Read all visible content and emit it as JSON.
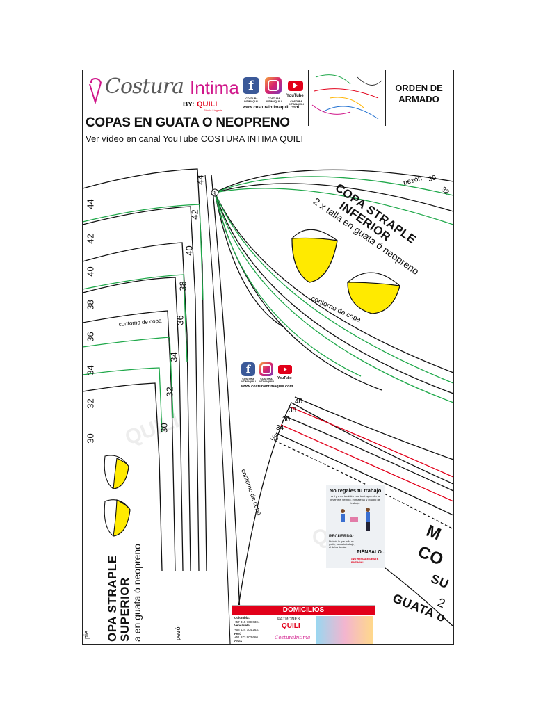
{
  "header": {
    "logo_script": "Costura",
    "logo_intima": "Intima",
    "by_label": "BY:",
    "brand": "QUILI",
    "tagline": "Studio Lingerie",
    "social_captions": [
      "COSTURA INTIMAQUILI",
      "COSTURA INTIMAQUILI",
      "COSTURA INTIMAQUILI"
    ],
    "youtube_label": "YouTube",
    "website": "www.costuraintimaquili.com",
    "order_label": "ORDEN DE ARMADO"
  },
  "title": "COPAS EN GUATA O NEOPRENO",
  "subtitle": "Ver vídeo en canal YouTube COSTURA INTIMA QUILI",
  "pattern": {
    "left_sizes_outer": [
      "44",
      "42",
      "40",
      "38",
      "36",
      "34",
      "32",
      "30"
    ],
    "left_sizes_inner": [
      "44",
      "42",
      "40",
      "38",
      "36",
      "34",
      "32",
      "30"
    ],
    "inferior_marker": "3",
    "pezon_label": "pezón",
    "pezon_size": "30",
    "right_size": "32",
    "contorno_label": "contorno de copa",
    "contorno_label_left": "contorno de copa",
    "bottom_sizes": [
      "40",
      "38",
      "36",
      "34"
    ],
    "bottom_marker": "32",
    "bottom_contorno": "contorno de copa",
    "superior_pezon": "pezón",
    "edge_fragment": "pie"
  },
  "copa_inferior": {
    "title_line1": "COPA STRAPLE",
    "title_line2": "INFERIOR",
    "subtitle": "2 x talla en guata ó neopreno"
  },
  "copa_superior": {
    "title_line1": "OPA STRAPLE",
    "title_line2": "SUPERIOR",
    "subtitle": "a en guata ó neopreno"
  },
  "molde_fragment": {
    "line1": "M",
    "line2": "CO",
    "line3": "SU",
    "line4": "2",
    "line5": "GUATA o"
  },
  "poster": {
    "title": "No regales tu trabajo",
    "body": "A ti y a mí también nos tocó aprender a invertir el tiempo, el material y equipo de trabajo.",
    "recuerda": "RECUERDA:",
    "recuerda_text": "No todo lo que brilla es gratis, valora tu trabajo y el de los demás.",
    "piensalo": "PIÉNSALO...",
    "tagline": "¡NO REGALES ESTE PATRÓN!"
  },
  "ad": {
    "header": "DOMICILIOS",
    "contacts": [
      "Colombia:",
      "+57 315 769 0304",
      "Venezuela",
      "+58 424 704 2637",
      "Perú",
      "+51 973 903 660",
      "Chile"
    ],
    "patrones_label": "PATRONES",
    "brand": "QUILI",
    "logo": "CosturaIntima"
  },
  "watermarks": [
    "QUILI",
    "Studio Lingerie"
  ],
  "colors": {
    "green": "#1fa84a",
    "red": "#e2001a",
    "magenta": "#d0168a",
    "yellow": "#ffea00",
    "black": "#111111"
  },
  "icons": [
    "hanger-logo-icon",
    "facebook-icon",
    "instagram-icon",
    "youtube-icon",
    "cup-diagram-icon"
  ]
}
